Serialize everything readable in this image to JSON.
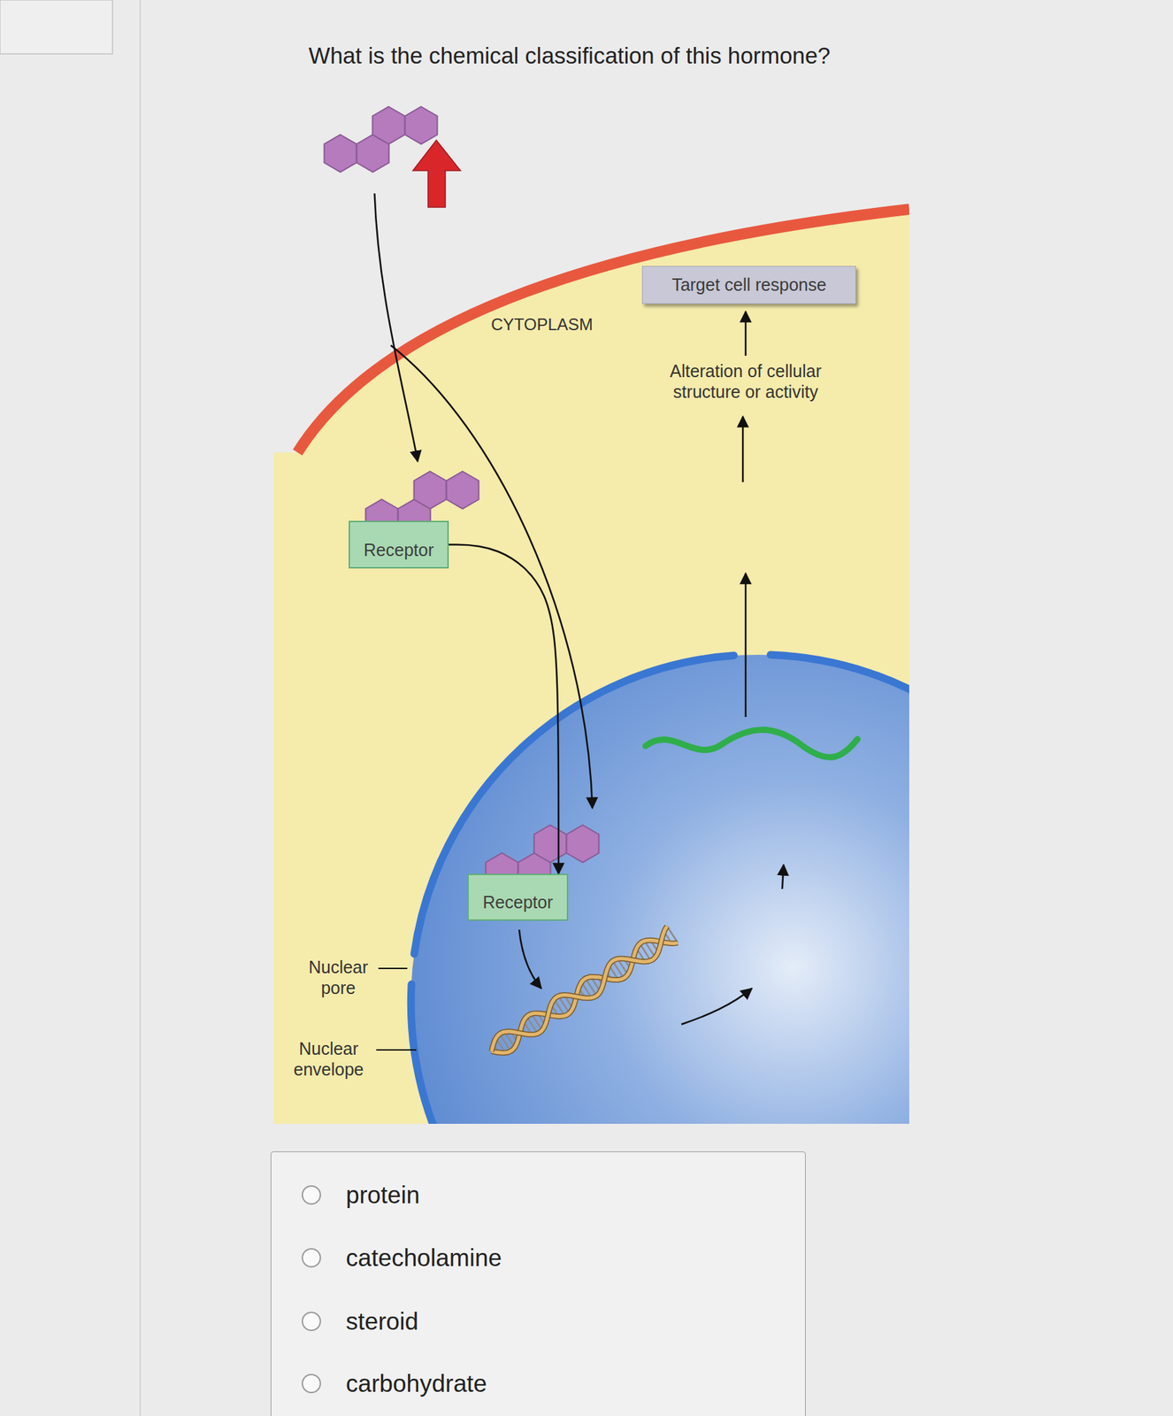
{
  "diagram": {
    "title": "What is the chemical classification of this hormone?",
    "nodes": [
      {
        "text": [
          "Target cell response"
        ]
      },
      {
        "text": [
          "Receptor"
        ]
      },
      {
        "text": [
          "Receptor"
        ]
      },
      {
        "text": [
          "protein",
          "catecholamine",
          "steroid",
          "carbohydrate"
        ]
      }
    ],
    "edges": [
      {
        "from": 1,
        "to": 2,
        "arrow": "to"
      }
    ],
    "labels": [
      "CYTOPLASM",
      "Alteration of cellular structure or activity",
      "Nuclear pore",
      "Nuclear envelope"
    ]
  }
}
